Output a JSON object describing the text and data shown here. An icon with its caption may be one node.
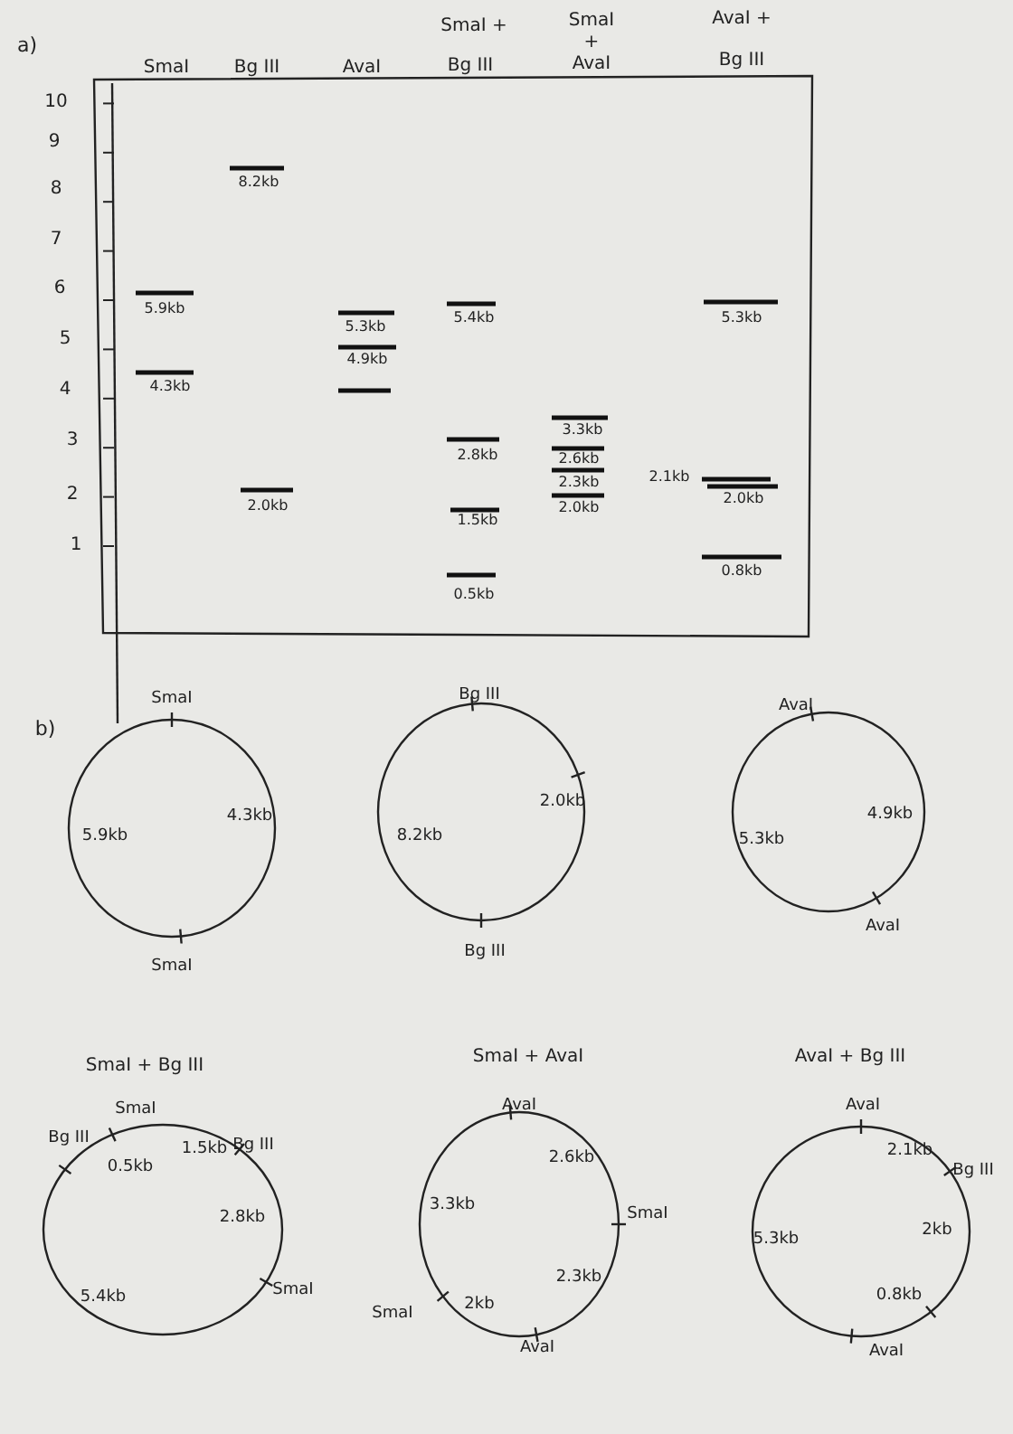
{
  "diagram": {
    "labels": [
      "a)",
      "SmaI",
      "Bg III",
      "AvaI",
      "SmaI +",
      "Bg III",
      "SmaI",
      "+",
      "AvaI",
      "AvaI +",
      "Bg III",
      "10",
      "9",
      "8",
      "7",
      "6",
      "5",
      "4",
      "3",
      "2",
      "1",
      "5.9kb",
      "4.3kb",
      "8.2kb",
      "2.0kb",
      "5.3kb",
      "4.9kb",
      "5.4kb",
      "2.8kb",
      "1.5kb",
      "0.5kb",
      "3.3kb",
      "2.6kb",
      "2.3kb",
      "2.0kb",
      "5.3kb",
      "2.1kb",
      "2.0kb",
      "0.8kb",
      "b)",
      "SmaI",
      "SmaI",
      "5.9kb",
      "4.3kb",
      "Bg III",
      "Bg III",
      "8.2kb",
      "2.0kb",
      "AvaI",
      "AvaI",
      "5.3kb",
      "4.9kb",
      "SmaI + Bg III",
      "SmaI + AvaI",
      "AvaI + Bg III",
      "Bg III",
      "SmaI",
      "0.5kb",
      "1.5kb",
      "Bg III",
      "2.8kb",
      "SmaI",
      "5.4kb",
      "AvaI",
      "2.6kb",
      "SmaI",
      "3.3kb",
      "2.3kb",
      "SmaI",
      "2kb",
      "AvaI",
      "AvaI",
      "2.1kb",
      "Bg III",
      "5.3kb",
      "2kb",
      "0.8kb",
      "AvaI"
    ]
  }
}
